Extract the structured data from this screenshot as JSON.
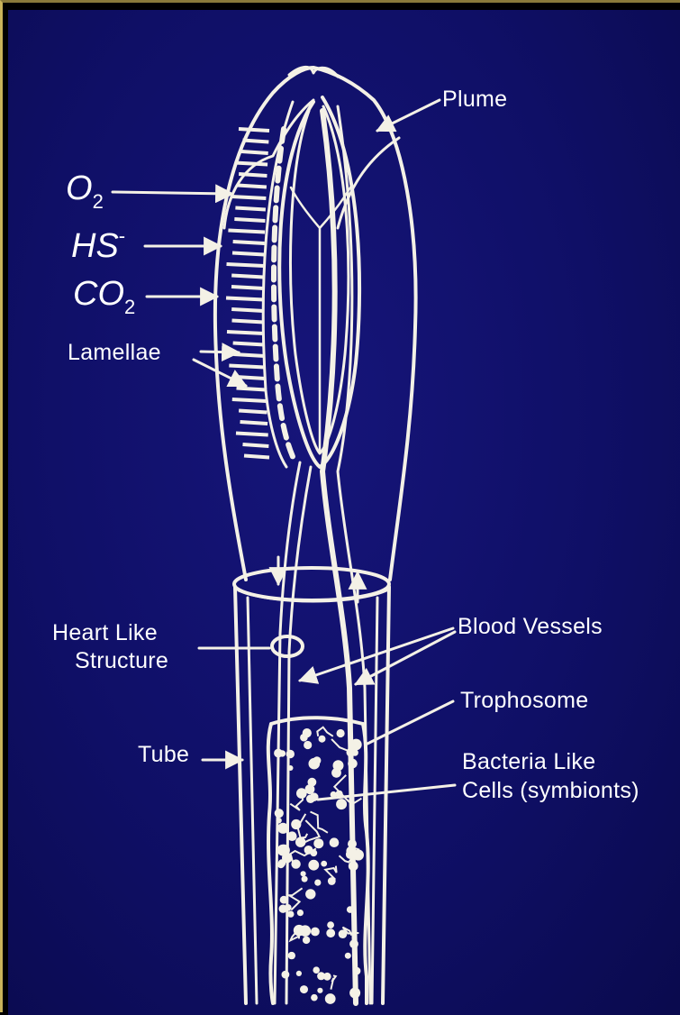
{
  "diagram": {
    "background_color": "#0f0f66",
    "line_color": "#f4f1e6",
    "labels": {
      "plume": "Plume",
      "o2_main": "O",
      "o2_sub": "2",
      "hs_main": "HS",
      "hs_sup": "-",
      "co2_main": "CO",
      "co2_sub": "2",
      "lamellae": "Lamellae",
      "heart_line1": "Heart Like",
      "heart_line2": "Structure",
      "blood_vessels": "Blood Vessels",
      "trophosome": "Trophosome",
      "tube": "Tube",
      "bacteria_line1": "Bacteria Like",
      "bacteria_line2": "Cells (symbionts)"
    }
  }
}
